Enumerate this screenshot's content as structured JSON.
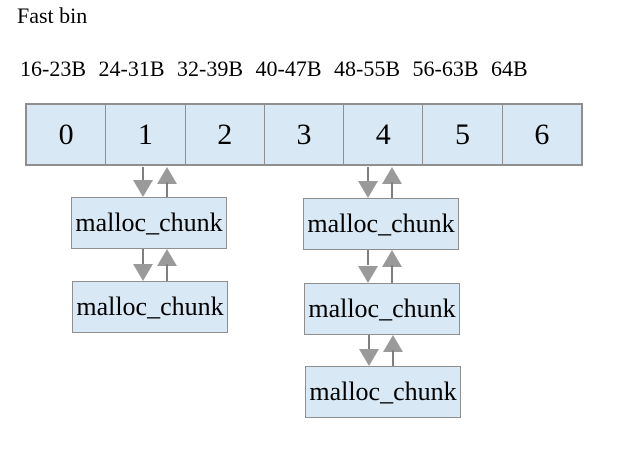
{
  "title": "Fast bin",
  "size_labels": "16-23B 24-31B 32-39B 40-47B 48-55B 56-63B 64B",
  "bins": {
    "cells": [
      {
        "label": "0"
      },
      {
        "label": "1"
      },
      {
        "label": "2"
      },
      {
        "label": "3"
      },
      {
        "label": "4"
      },
      {
        "label": "5"
      },
      {
        "label": "6"
      }
    ]
  },
  "chains": {
    "left": {
      "bin": "1",
      "chunks": [
        "malloc_chunk",
        "malloc_chunk"
      ]
    },
    "right": {
      "bin": "4",
      "chunks": [
        "malloc_chunk",
        "malloc_chunk",
        "malloc_chunk"
      ]
    }
  },
  "colors": {
    "box_fill": "#d8e9f5",
    "box_border": "#8f8f8f",
    "arrow_head": "#9a9a9a",
    "arrow_line": "#7f7f7f",
    "text": "#000000",
    "background": "#ffffff"
  }
}
